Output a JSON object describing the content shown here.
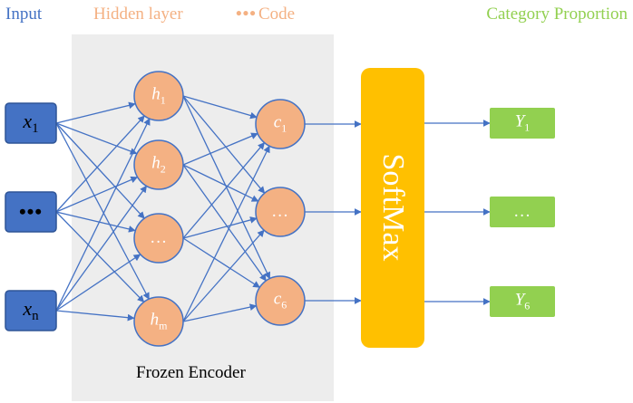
{
  "headers": {
    "input": "Input",
    "hidden_layer": "Hidden layer",
    "code_dots": "•••",
    "code": "Code",
    "category_proportion": "Category Proportion"
  },
  "region_label": "Frozen Encoder",
  "softmax_label": "SoftMax",
  "input_nodes": [
    {
      "base": "x",
      "sub": "1"
    },
    {
      "base": "•••",
      "sub": ""
    },
    {
      "base": "x",
      "sub": "n"
    }
  ],
  "hidden_nodes": [
    {
      "base": "h",
      "sub": "1"
    },
    {
      "base": "h",
      "sub": "2"
    },
    {
      "base": "…",
      "sub": ""
    },
    {
      "base": "h",
      "sub": "m"
    }
  ],
  "code_nodes": [
    {
      "base": "c",
      "sub": "1"
    },
    {
      "base": "…",
      "sub": ""
    },
    {
      "base": "c",
      "sub": "6"
    }
  ],
  "output_nodes": [
    {
      "base": "Y",
      "sub": "1"
    },
    {
      "base": "…",
      "sub": ""
    },
    {
      "base": "Y",
      "sub": "6"
    }
  ],
  "colors": {
    "input": "#4472c4",
    "input_border": "#2f5597",
    "hidden": "#f4b183",
    "hidden_border": "#4472c4",
    "softmax": "#ffc000",
    "output": "#92d050",
    "frozen_bg": "#ededed",
    "edge": "#4472c4"
  }
}
